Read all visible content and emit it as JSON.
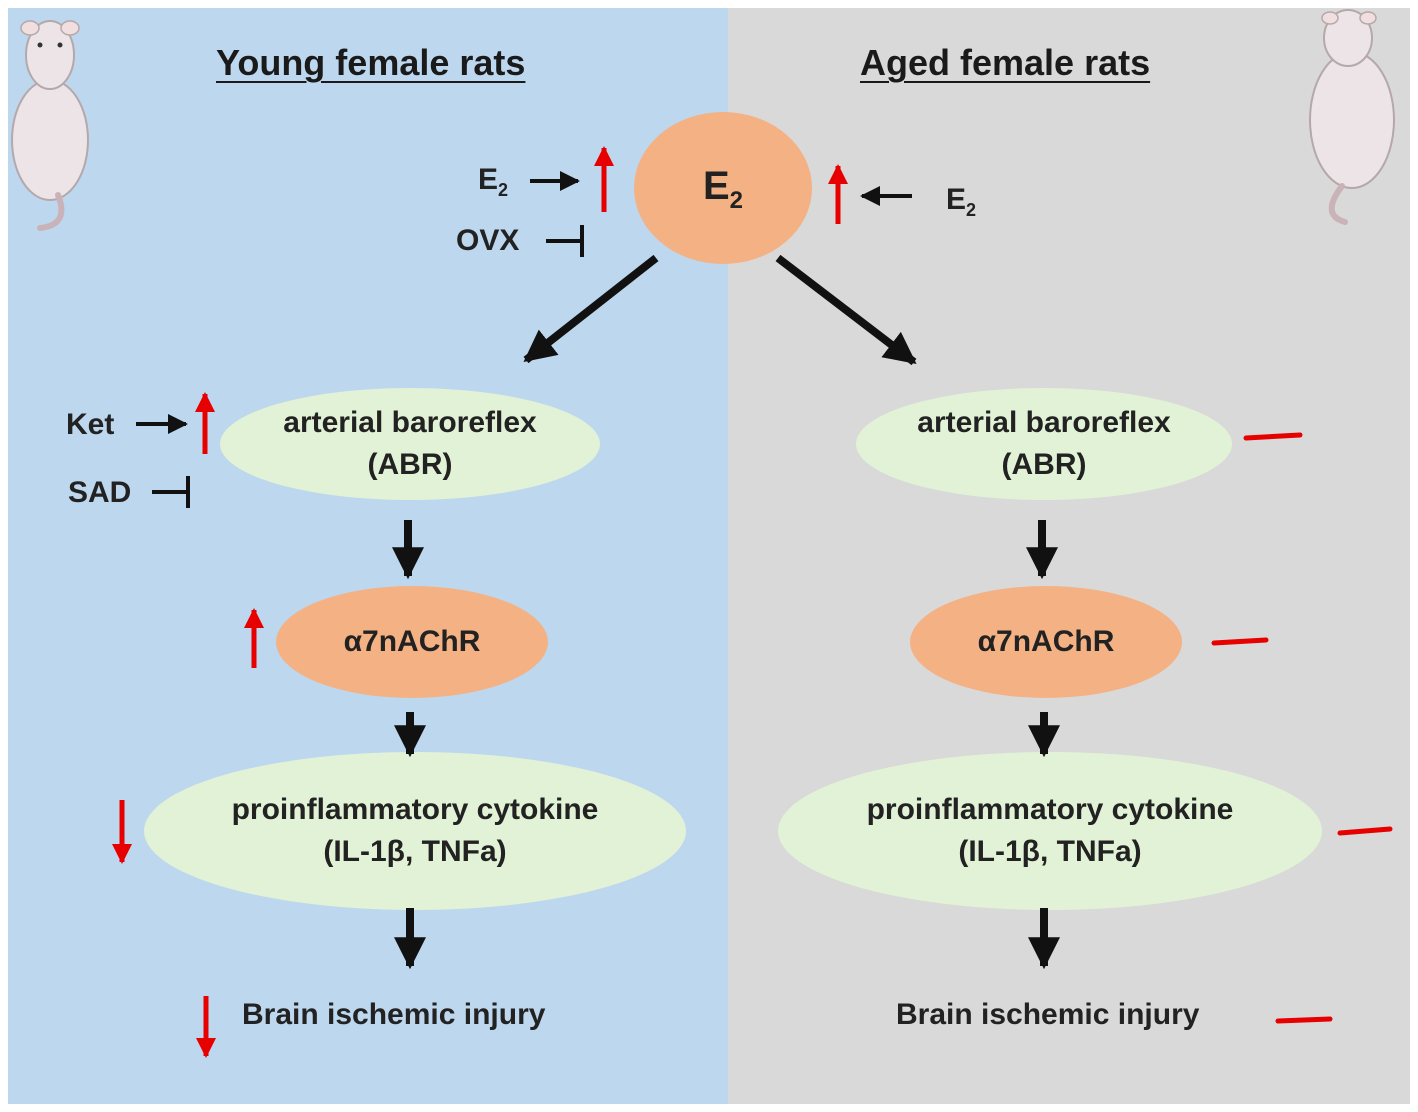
{
  "left_panel": {
    "title": "Young female rats",
    "e2_input": "E",
    "e2_input_sub": "2",
    "ovx": "OVX",
    "ket": "Ket",
    "sad": "SAD",
    "abr_line1": "arterial baroreflex",
    "abr_line2": "(ABR)",
    "receptor": "α7nAChR",
    "cytokine_line1": "proinflammatory cytokine",
    "cytokine_line2": "(IL-1β, TNFa)",
    "outcome": "Brain ischemic injury"
  },
  "right_panel": {
    "title": "Aged female rats",
    "e2_input": "E",
    "e2_input_sub": "2",
    "abr_line1": "arterial baroreflex",
    "abr_line2": "(ABR)",
    "receptor": "α7nAChR",
    "cytokine_line1": "proinflammatory cytokine",
    "cytokine_line2": "(IL-1β, TNFa)",
    "outcome": "Brain ischemic injury"
  },
  "center_node": {
    "label": "E",
    "sub": "2"
  },
  "colors": {
    "young_bg": "#bdd7ee",
    "aged_bg": "#d9d9d9",
    "green_node": "#e2f2d6",
    "orange_node": "#f4b184",
    "change_indicator": "#e60000"
  },
  "icons": [
    "rat-icon-left",
    "rat-icon-right"
  ]
}
